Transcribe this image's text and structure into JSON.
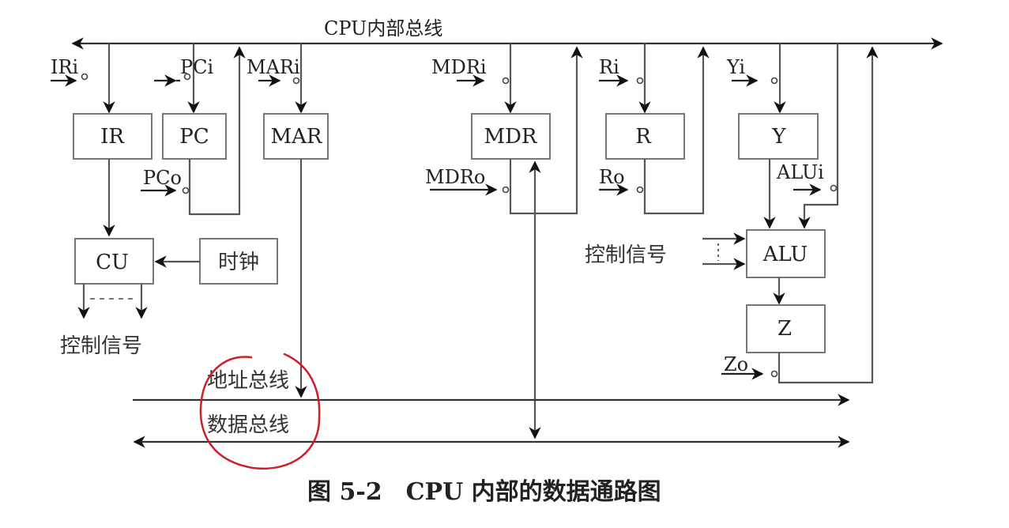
{
  "bus_labels": {
    "internal": "CPU内部总线",
    "address": "地址总线",
    "data": "数据总线"
  },
  "registers": {
    "ir": "IR",
    "pc": "PC",
    "mar": "MAR",
    "mdr": "MDR",
    "r": "R",
    "y": "Y",
    "alu": "ALU",
    "z": "Z",
    "cu": "CU",
    "clock": "时钟"
  },
  "signals": {
    "iri": "IRi",
    "pci": "PCi",
    "pco": "PCo",
    "mari": "MARi",
    "mdri": "MDRi",
    "mdro": "MDRo",
    "ri": "Ri",
    "ro": "Ro",
    "yi": "Yi",
    "alui": "ALUi",
    "zo": "Zo"
  },
  "control_labels": {
    "cu_out": "控制信号",
    "alu_in": "控制信号"
  },
  "caption": "图 5-2　CPU 内部的数据通路图",
  "annotation_color": "#cc1f2a"
}
